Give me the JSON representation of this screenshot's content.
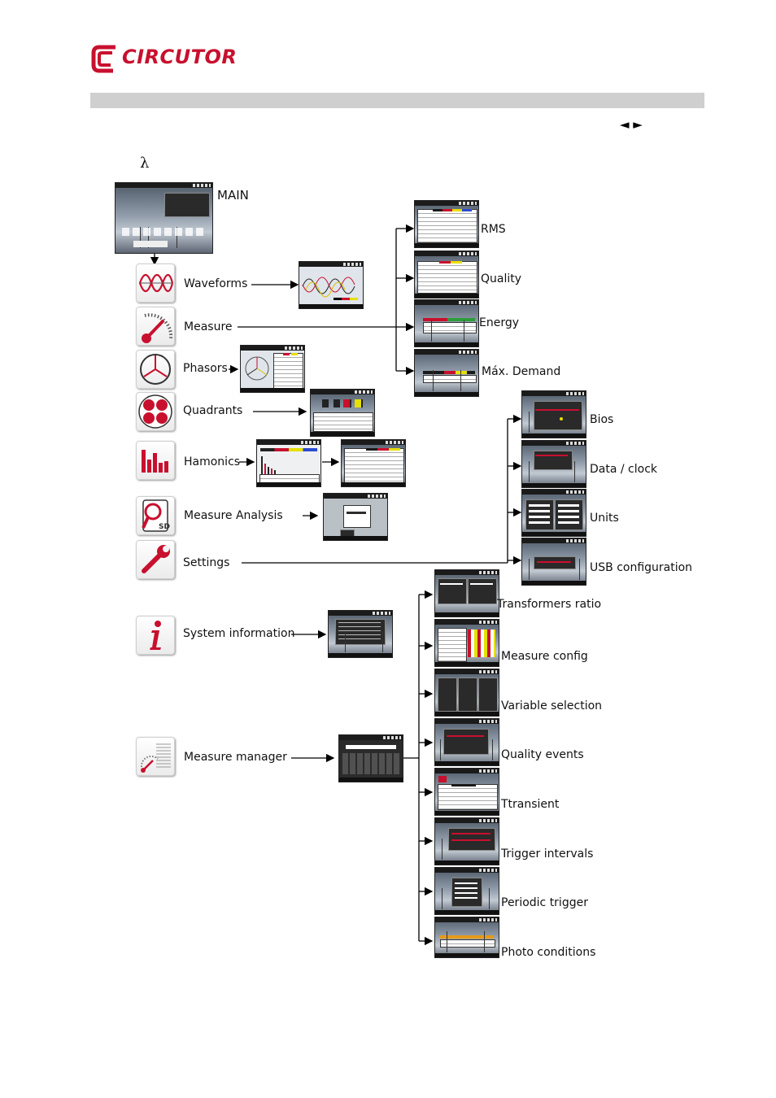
{
  "header": {
    "brand": "CIRCUTOR",
    "nav_arrows": "◄ ►",
    "symbol": "λ"
  },
  "main": {
    "label": "MAIN"
  },
  "menu": [
    {
      "label": "Waveforms",
      "icon": "waveforms-icon"
    },
    {
      "label": "Measure",
      "icon": "measure-gauge-icon"
    },
    {
      "label": "Phasors",
      "icon": "phasors-icon"
    },
    {
      "label": "Quadrants",
      "icon": "quadrants-icon"
    },
    {
      "label": "Hamonics",
      "icon": "harmonics-icon"
    },
    {
      "label": "Measure Analysis",
      "icon": "sd-analysis-icon"
    },
    {
      "label": "Settings",
      "icon": "wrench-icon"
    },
    {
      "label": "System information",
      "icon": "info-icon"
    },
    {
      "label": "Measure manager",
      "icon": "measure-manager-icon"
    }
  ],
  "measure_screens": [
    "RMS",
    "Quality",
    "Energy",
    "Máx. Demand"
  ],
  "settings_screens": [
    "Bios",
    "Data / clock",
    "Units",
    "USB configuration"
  ],
  "manager_screens": [
    "Transformers ratio",
    "Measure config",
    "Variable selection",
    "Quality events",
    "Ttransient",
    "Trigger intervals",
    "Periodic trigger",
    "Photo conditions"
  ],
  "colors": {
    "brand": "#c8102e",
    "bar": "#cfcfcf"
  }
}
